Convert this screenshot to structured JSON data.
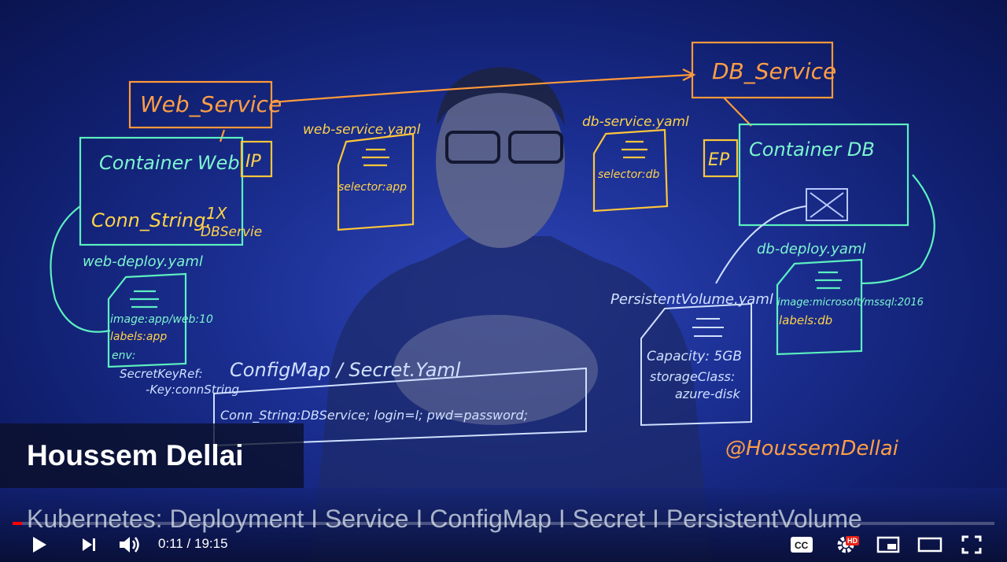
{
  "video": {
    "presenter_name": "Houssem Dellai",
    "title": "Kubernetes: Deployment I Service I ConfigMap I Secret I PersistentVolume",
    "board": {
      "web_service": "Web_Service",
      "db_service": "DB_Service",
      "container_web": "Container Web",
      "container_db": "Container DB",
      "ip_left": "IP",
      "ep_right": "EP",
      "conn_string": "Conn_String:",
      "conn_strike": "1X",
      "db_service_note": "DBServie",
      "web_service_yaml": "web-service.yaml",
      "web_selector": "selector:app",
      "db_service_yaml": "db-service.yaml",
      "db_selector": "selector:db",
      "web_deploy_yaml": "web-deploy.yaml",
      "web_image": "image:app/web:10",
      "web_labels": "labels:app",
      "web_env": "env:",
      "secret_key_ref": "SecretKeyRef:",
      "secret_key": "-Key:connString",
      "configmap_yaml": "ConfigMap / Secret.Yaml",
      "configmap_content": "Conn_String:DBService; login=l; pwd=password;",
      "db_deploy_yaml": "db-deploy.yaml",
      "db_image": "image:microsoft/mssql:2016",
      "db_labels": "labels:db",
      "pv_yaml": "PersistentVolume.yaml",
      "pv_capacity": "Capacity: 5GB",
      "pv_storage": "storageClass:",
      "pv_azure": "azure-disk",
      "handle": "@HoussemDellai"
    }
  },
  "player": {
    "current_time": "0:11",
    "separator": " / ",
    "duration": "19:15",
    "progress": 0.0095,
    "hd_label": "HD",
    "cc_label": "CC",
    "colors": {
      "played": "#ff0000",
      "accent": "#e62117"
    },
    "icons": [
      "play-icon",
      "next-icon",
      "volume-icon",
      "cc-icon",
      "settings-icon",
      "miniplayer-icon",
      "theater-icon",
      "fullscreen-icon"
    ]
  }
}
